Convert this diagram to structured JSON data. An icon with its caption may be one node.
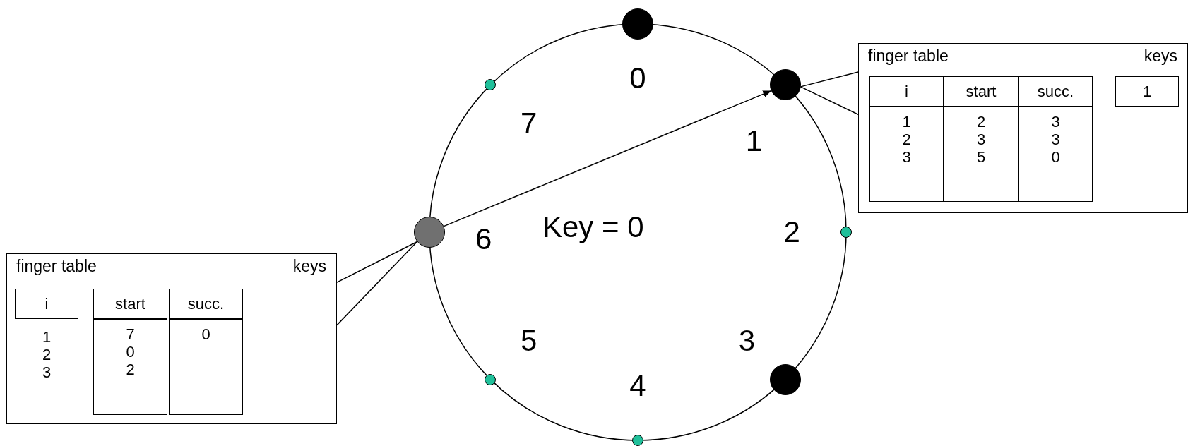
{
  "diagram": {
    "nodes": [
      {
        "text": [],
        "shape": "circle",
        "beside": [
          "0"
        ]
      },
      {
        "text": [],
        "shape": "circle",
        "beside": [
          "1"
        ]
      },
      {
        "text": [],
        "shape": "circle",
        "beside": [
          "2"
        ]
      },
      {
        "text": [],
        "shape": "circle",
        "beside": [
          "3"
        ]
      },
      {
        "text": [],
        "shape": "circle",
        "beside": [
          "4"
        ]
      },
      {
        "text": [],
        "shape": "circle",
        "beside": [
          "5"
        ]
      },
      {
        "text": [],
        "shape": "circle",
        "beside": [
          "6"
        ]
      },
      {
        "text": [],
        "shape": "circle",
        "beside": [
          "7"
        ]
      },
      {
        "text": [
          "finger table",
          "keys"
        ]
      },
      {
        "text": [
          "i"
        ],
        "in": 8
      },
      {
        "text": [
          "start"
        ],
        "in": 8
      },
      {
        "text": [
          "succ."
        ],
        "in": 8
      },
      {
        "text": [
          "1 2 3"
        ],
        "in": 8
      },
      {
        "text": [
          "2 3 5"
        ],
        "in": 8
      },
      {
        "text": [
          "3 3 0"
        ],
        "in": 8
      },
      {
        "text": [
          "1"
        ],
        "in": 8
      },
      {
        "text": [
          "finger table",
          "keys"
        ]
      },
      {
        "text": [
          "i"
        ],
        "in": 16
      },
      {
        "text": [
          "start"
        ],
        "in": 16
      },
      {
        "text": [
          "succ."
        ],
        "in": 16
      },
      {
        "text": [
          "1 2 3"
        ],
        "in": 16
      },
      {
        "text": [
          "7 0 2"
        ],
        "in": 16
      },
      {
        "text": [
          "0"
        ],
        "in": 16
      }
    ],
    "edges": [
      {
        "from": 8,
        "to": 1,
        "arrow": "none"
      },
      {
        "from": 16,
        "to": 6,
        "arrow": "none"
      },
      {
        "from": 6,
        "to": 1,
        "arrow": "to"
      }
    ],
    "labels": [
      "Key = 0"
    ]
  }
}
